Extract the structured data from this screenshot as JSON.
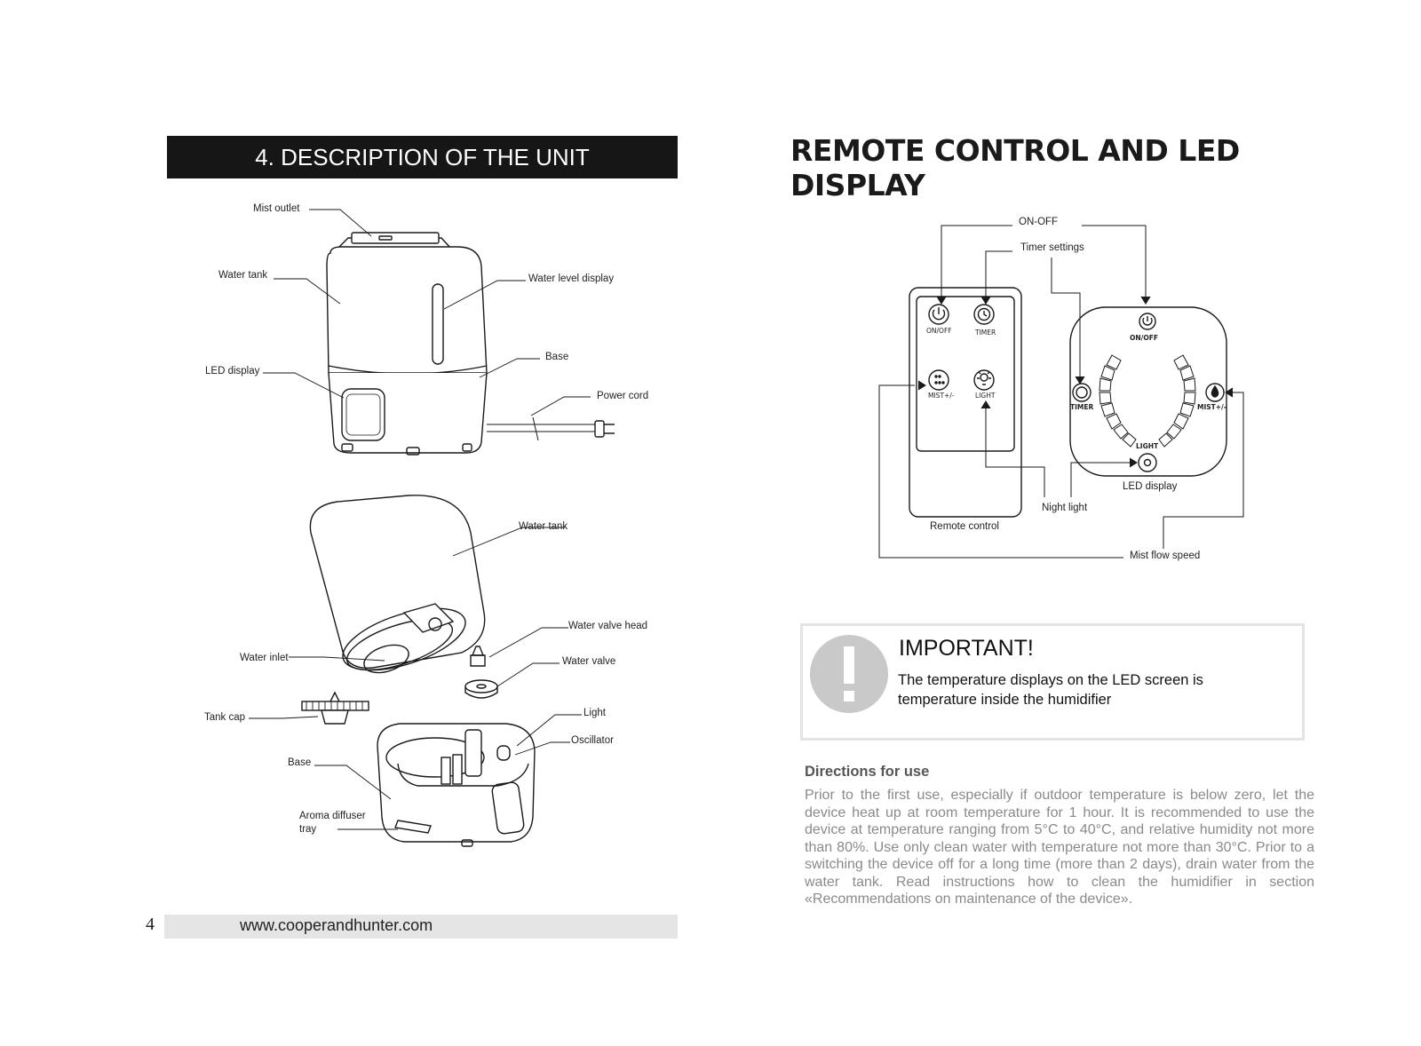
{
  "left_page": {
    "section_title": "4. DESCRIPTION OF THE UNIT",
    "labels": {
      "mist_outlet": "Mist outlet",
      "water_tank": "Water tank",
      "water_level_display": "Water level display",
      "base": "Base",
      "led_display": "LED display",
      "power_cord": "Power cord",
      "water_tank_2": "Water tank",
      "water_valve_head": "Water valve head",
      "water_inlet": "Water inlet",
      "water_valve": "Water valve",
      "tank_cap": "Tank cap",
      "light": "Light",
      "oscillator": "Oscillator",
      "base_2": "Base",
      "aroma_diffuser_tray": "Aroma diffuser tray"
    },
    "footer": {
      "page_number": "4",
      "website": "www.cooperandhunter.com"
    }
  },
  "right_page": {
    "title": "REMOTE CONTROL AND LED DISPLAY",
    "labels": {
      "on_off": "ON-OFF",
      "timer_settings": "Timer settings",
      "night_light": "Night light",
      "remote_control": "Remote control",
      "led_display": "LED display",
      "mist_flow_speed": "Mist flow speed"
    },
    "remote_buttons": {
      "on_off": "ON/OFF",
      "timer": "TIMER",
      "mist": "MIST+/-",
      "light": "LIGHT"
    },
    "panel_labels": {
      "on_off": "ON/OFF",
      "timer": "TIMER",
      "mist": "MIST+/-",
      "light": "LIGHT"
    },
    "important": {
      "title": "IMPORTANT!",
      "text": "The temperature displays on the LED screen is temperature inside the humidifier"
    },
    "directions": {
      "heading": "Directions for use",
      "text": "Prior to the first use, especially if outdoor temperature is below zero, let the device heat up at room temperature for 1 hour. It is recommended to use the device at temperature ranging from 5°C to 40°C, and relative humidity not more than 80%. Use only clean water with temperature not more than 30°C. Prior to a switching the device off for a long time (more than 2 days), drain water from the water tank. Read instructions how to clean the humidifier in section «Recommendations on maintenance of the device»."
    }
  }
}
